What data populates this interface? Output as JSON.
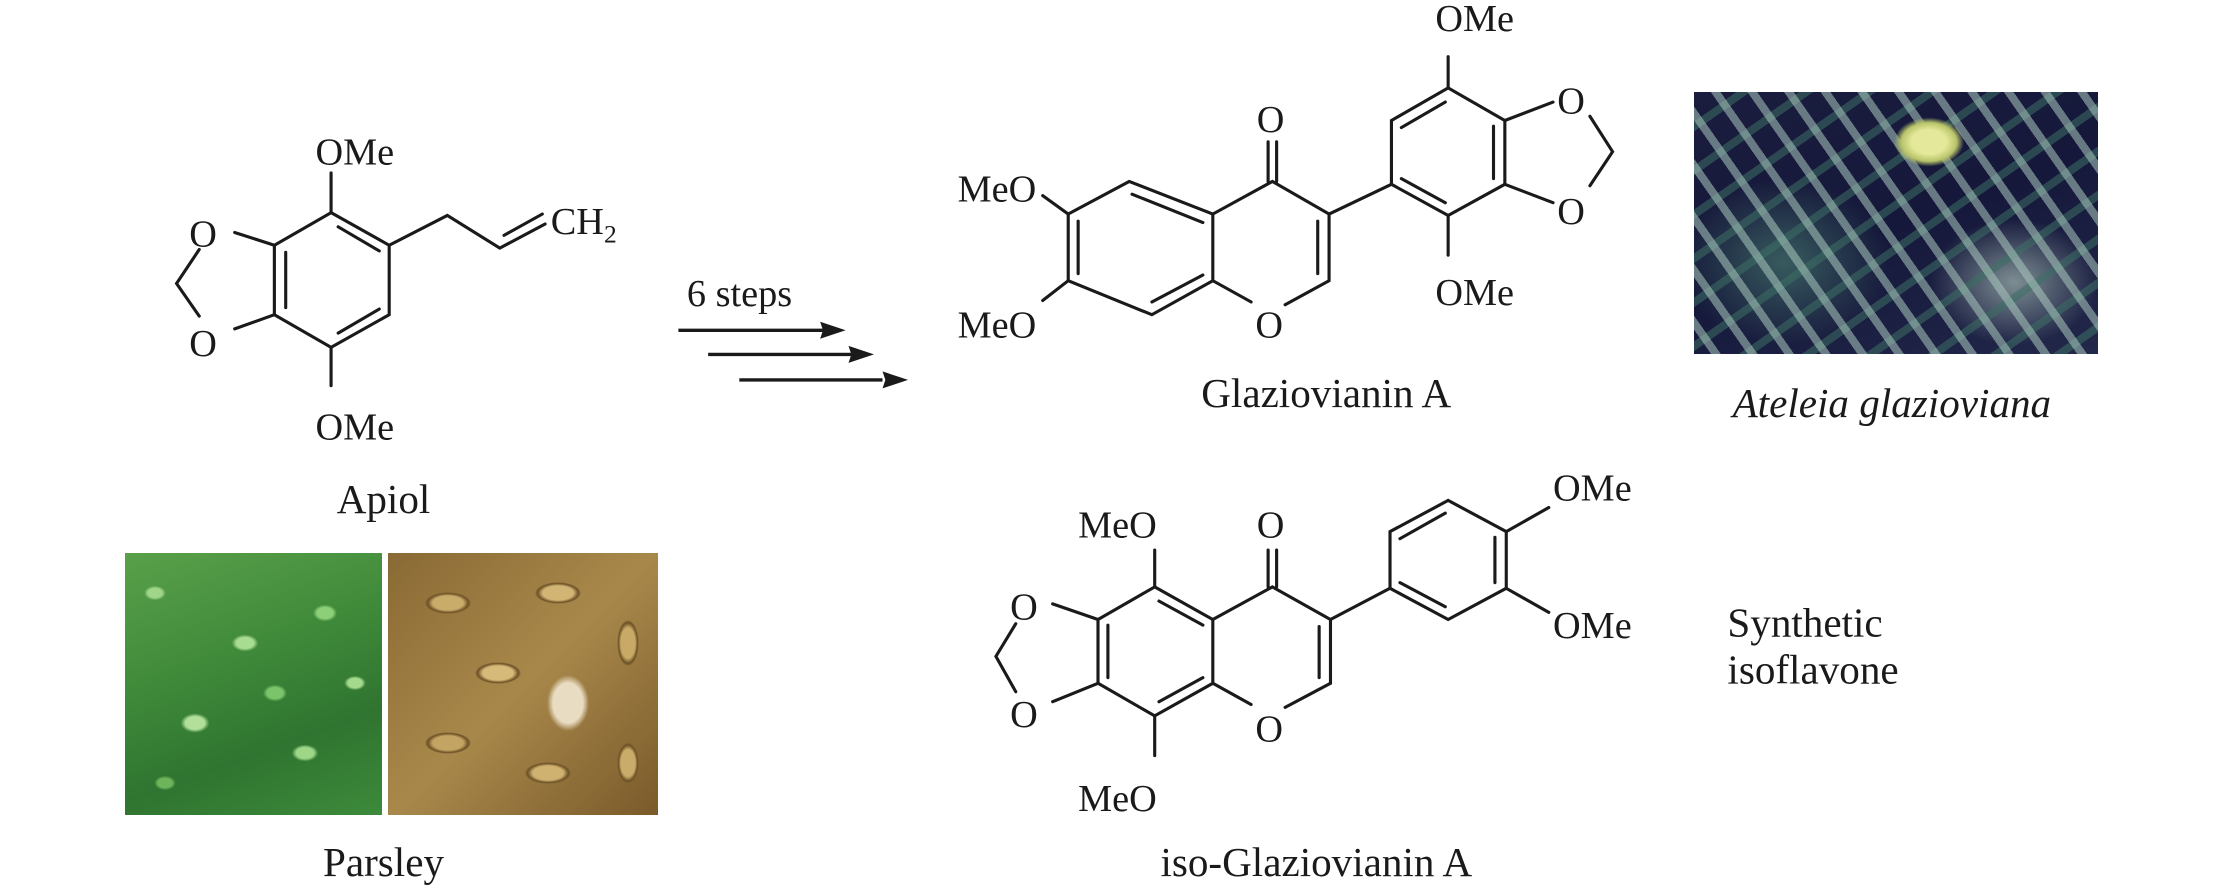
{
  "figure": {
    "reaction_label": "6 steps",
    "starting_material": {
      "name": "Apiol",
      "atom_labels": {
        "ome_top": "OMe",
        "ome_bottom": "OMe",
        "o_upper": "O",
        "o_lower": "O",
        "ch2": "CH",
        "ch2_sub": "2"
      }
    },
    "source_plant_1": {
      "name": "Parsley",
      "photos": [
        "parsley leaves",
        "parsley seeds"
      ]
    },
    "product_1": {
      "name": "Glaziovianin A",
      "atom_labels": {
        "ome_top": "OMe",
        "ome_bottom": "OMe",
        "meo_upper": "MeO",
        "meo_lower": "MeO",
        "carbonyl_o": "O",
        "ring_o": "O",
        "dioxole_o_upper": "O",
        "dioxole_o_lower": "O"
      }
    },
    "source_plant_2": {
      "name": "Ateleia glazioviana"
    },
    "product_2": {
      "name": "iso-Glaziovianin A",
      "atom_labels": {
        "meo_top": "MeO",
        "meo_bottom": "MeO",
        "carbonyl_o": "O",
        "ring_o": "O",
        "dioxole_o_upper": "O",
        "dioxole_o_lower": "O",
        "ome_upper": "OMe",
        "ome_lower": "OMe"
      }
    },
    "product_2_note": {
      "line1": "Synthetic",
      "line2": "isoflavone"
    },
    "colors": {
      "ink": "#1a1a1a",
      "background": "#ffffff",
      "leaf_green": "#3f8a3a",
      "seed_tan": "#a8884a",
      "night_blue": "#15183a"
    }
  }
}
